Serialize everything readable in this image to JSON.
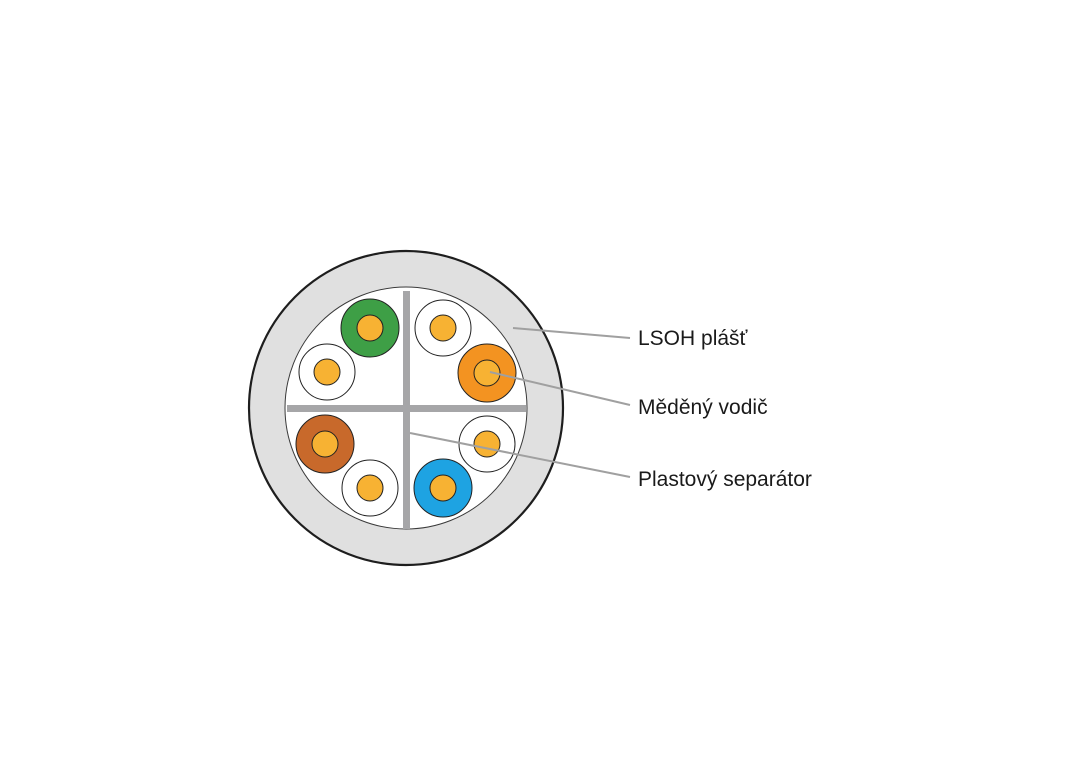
{
  "labels": {
    "jacket": "LSOH plášť",
    "conductor": "Měděný vodič",
    "separator": "Plastový separátor"
  },
  "colors": {
    "jacket": "#e0e0e0",
    "jacket_outline": "#1e1e1e",
    "core_fill": "#ffffff",
    "separator": "#a6a6a8",
    "copper": "#f7b233",
    "insulation_white": "#ffffff",
    "green": "#3e9f46",
    "orange": "#f39321",
    "brown": "#c8692b",
    "blue": "#1ea3e2",
    "leader_line": "#a0a0a0"
  },
  "pairs": [
    {
      "name": "green pair",
      "solid": "green",
      "striped": "white"
    },
    {
      "name": "orange pair",
      "solid": "orange",
      "striped": "white"
    },
    {
      "name": "brown pair",
      "solid": "brown",
      "striped": "white"
    },
    {
      "name": "blue pair",
      "solid": "blue",
      "striped": "white"
    }
  ]
}
